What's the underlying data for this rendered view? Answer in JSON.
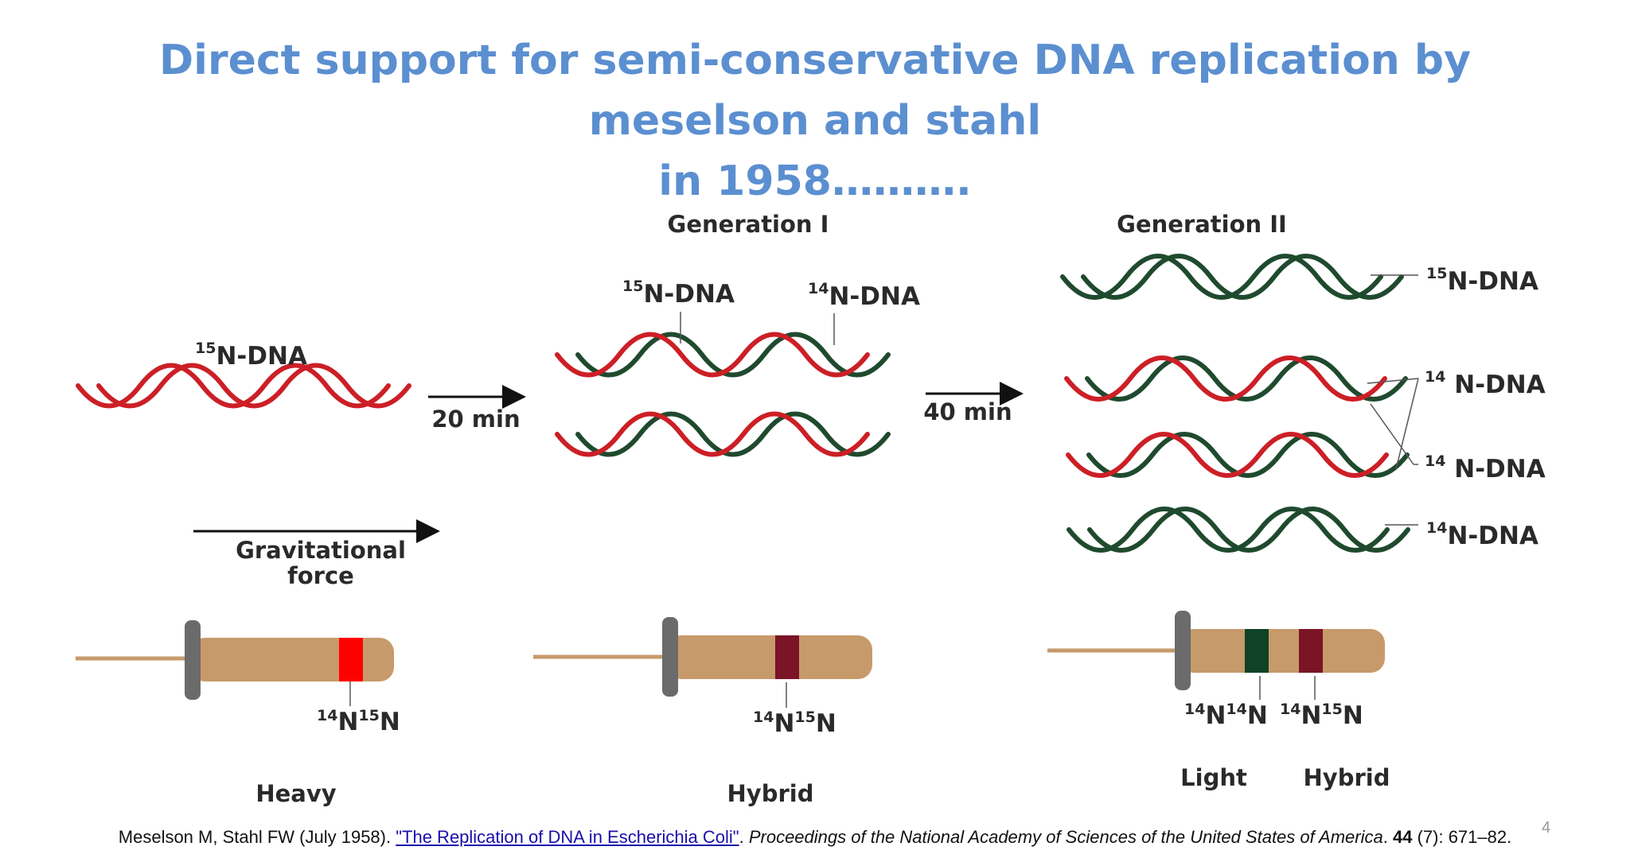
{
  "slide": {
    "title_line1": "Direct support for semi-conservative DNA replication by meselson and stahl",
    "title_line2": "in 1958……….",
    "title_color": "#5b8fd0",
    "page_number": "4"
  },
  "colors": {
    "heavy_strand": "#cc1f26",
    "light_strand": "#1f4a2e",
    "tube_body": "#c79a6b",
    "tube_cap": "#6b6b6b",
    "heavy_band": "#ff0000",
    "hybrid_band": "#7a1426",
    "light_band": "#0f4226",
    "text": "#2a2a2a"
  },
  "diagram": {
    "generation_1_label": "Generation I",
    "generation_2_label": "Generation II",
    "parent_label": {
      "sup": "15",
      "text": "N-DNA"
    },
    "gen1_labels": [
      {
        "sup": "15",
        "text": "N-DNA"
      },
      {
        "sup": "14",
        "text": "N-DNA"
      }
    ],
    "gen2_labels": [
      {
        "sup": "15",
        "text": "N-DNA"
      },
      {
        "sup": "14",
        "text": " N-DNA"
      },
      {
        "sup": "14",
        "text": " N-DNA"
      },
      {
        "sup": "14",
        "text": "N-DNA"
      }
    ],
    "arrow_1_label": "20 min",
    "arrow_2_label": "40 min",
    "force_label_line1": "Gravitational",
    "force_label_line2": "force",
    "tubes": [
      {
        "name": "heavy",
        "band_labels": [
          {
            "s1": "14",
            "t1": "N",
            "s2": "15",
            "t2": "N"
          }
        ],
        "caption": "Heavy"
      },
      {
        "name": "hybrid",
        "band_labels": [
          {
            "s1": "14",
            "t1": "N",
            "s2": "15",
            "t2": "N"
          }
        ],
        "caption": "Hybrid"
      },
      {
        "name": "mixed",
        "band_labels": [
          {
            "s1": "14",
            "t1": "N",
            "s2": "14",
            "t2": "N"
          },
          {
            "s1": "14",
            "t1": "N",
            "s2": "15",
            "t2": "N"
          }
        ],
        "captions": [
          "Light",
          "Hybrid"
        ]
      }
    ]
  },
  "reference": {
    "prefix": "Meselson M, Stahl FW (July 1958). ",
    "link_text": "\"The Replication of DNA in Escherichia Coli\"",
    "after_link": ". ",
    "journal": "Proceedings of the National Academy of Sciences of the United States of America",
    "after_journal": ". ",
    "volume": "44",
    "pages": " (7): 671–82."
  }
}
